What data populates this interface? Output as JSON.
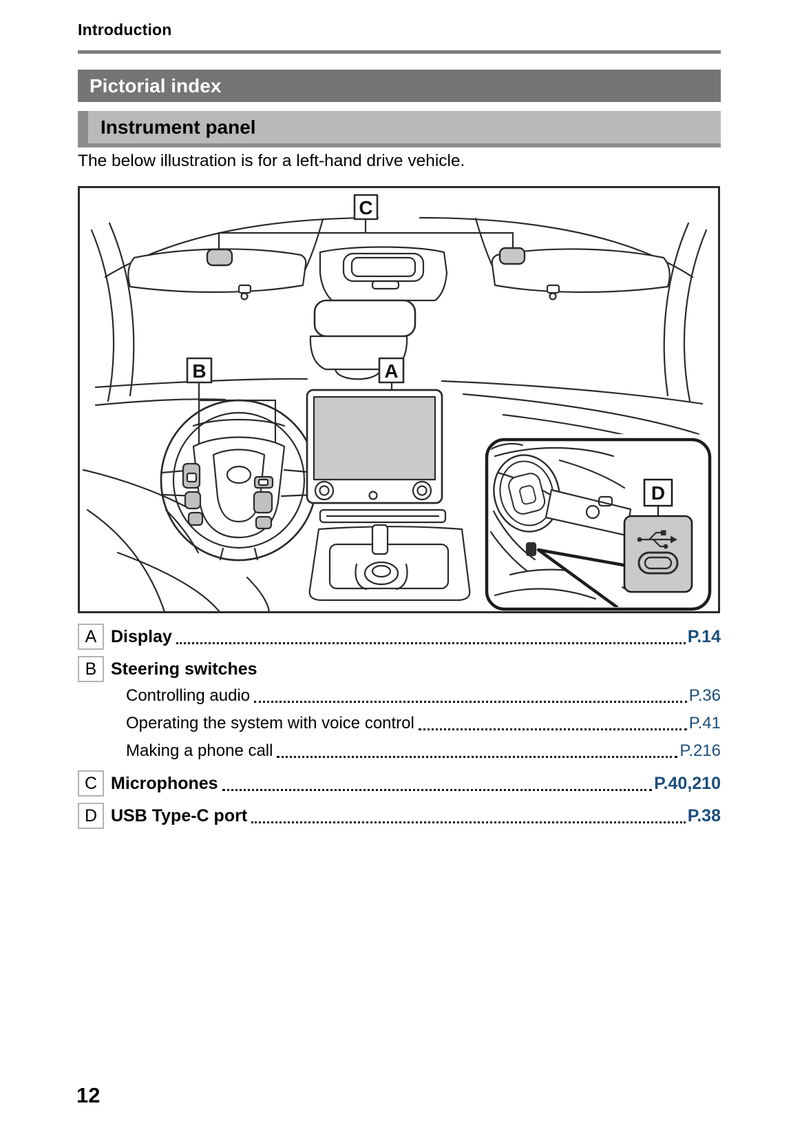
{
  "page": {
    "header_title": "Introduction",
    "page_number": "12"
  },
  "banners": {
    "primary": "Pictorial index",
    "secondary": "Instrument panel"
  },
  "intro_text": "The below illustration is for a left-hand drive vehicle.",
  "figure": {
    "callout_a": "A",
    "callout_b": "B",
    "callout_c": "C",
    "callout_d": "D"
  },
  "index": {
    "items": [
      {
        "letter": "A",
        "label": "Display",
        "ref": "P.14"
      },
      {
        "letter": "B",
        "label": "Steering switches",
        "ref": ""
      },
      {
        "letter": "C",
        "label": "Microphones",
        "ref": "P.40,210"
      },
      {
        "letter": "D",
        "label": "USB Type-C port",
        "ref": "P.38"
      }
    ],
    "sub_items": [
      {
        "label": "Controlling audio",
        "ref": "P.36"
      },
      {
        "label": "Operating the system with voice control",
        "ref": "P.41"
      },
      {
        "label": "Making a phone call",
        "ref": "P.216"
      }
    ]
  },
  "colors": {
    "ref_blue": "#1b4e7c",
    "banner_dark": "#757575",
    "banner_light": "#b9b9b9",
    "banner_shadow": "#8d8d8d",
    "figure_gray": "#c9cbca"
  }
}
